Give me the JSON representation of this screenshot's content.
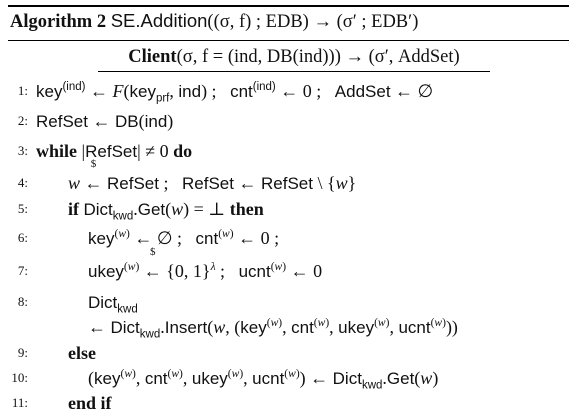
{
  "algorithm": {
    "label": "Algorithm 2",
    "name": "SE.Addition",
    "signature": "((σ, f) ; EDB) → (σ′ ; EDB′)"
  },
  "client_header": {
    "role": "Client",
    "signature": "(σ, f = (ind, DB(ind))) → (σ′, AddSet)"
  },
  "keywords": {
    "while": "while",
    "do": "do",
    "if": "if",
    "then": "then",
    "else": "else",
    "end_if": "end if"
  },
  "lines": [
    {
      "num": "1:"
    },
    {
      "num": "2:"
    },
    {
      "num": "3:"
    },
    {
      "num": "4:"
    },
    {
      "num": "5:"
    },
    {
      "num": "6:"
    },
    {
      "num": "7:"
    },
    {
      "num": "8:"
    },
    {
      "num": ""
    },
    {
      "num": "9:"
    },
    {
      "num": "10:"
    },
    {
      "num": "11:"
    }
  ]
}
